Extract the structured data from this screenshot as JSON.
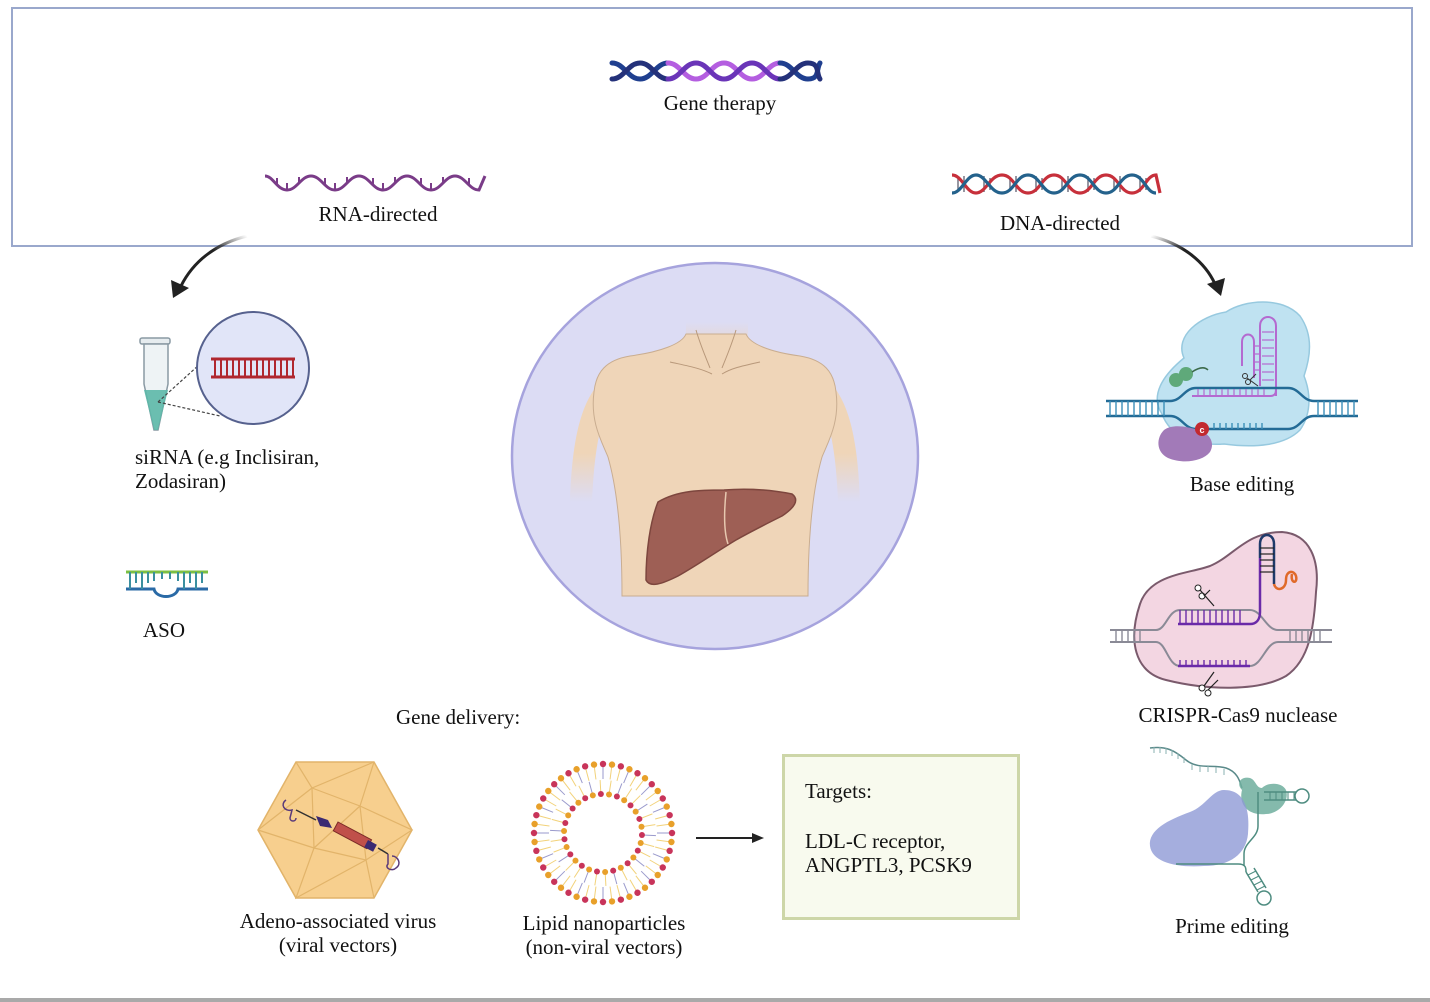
{
  "header": {
    "title": "Gene therapy",
    "branches": {
      "rna": {
        "label": "RNA-directed"
      },
      "dna": {
        "label": "DNA-directed"
      }
    }
  },
  "rna_directed": {
    "items": [
      {
        "label_line1": "siRNA (e.g Inclisiran,",
        "label_line2": "Zodasiran)"
      },
      {
        "label": "ASO"
      }
    ]
  },
  "dna_directed": {
    "items": [
      {
        "label": "Base editing"
      },
      {
        "label": "CRISPR-Cas9 nuclease"
      },
      {
        "label": "Prime editing"
      }
    ]
  },
  "center": {
    "illustration": "torso-with-liver"
  },
  "delivery": {
    "title": "Gene delivery:",
    "vectors": [
      {
        "line1": "Adeno-associated virus",
        "line2": "(viral vectors)"
      },
      {
        "line1": "Lipid nanoparticles",
        "line2": "(non-viral vectors)"
      }
    ]
  },
  "targets": {
    "title": "Targets:",
    "line1": "LDL-C receptor,",
    "line2": "ANGPTL3, PCSK9"
  },
  "colors": {
    "box_border": "#9aa8cc",
    "circle_fill": "#dcdcf4",
    "circle_border": "#a6a3dd",
    "skin": "#efd5b8",
    "liver": "#9e5f55",
    "targets_border": "#cdd6a8",
    "arrow": "#222222"
  }
}
